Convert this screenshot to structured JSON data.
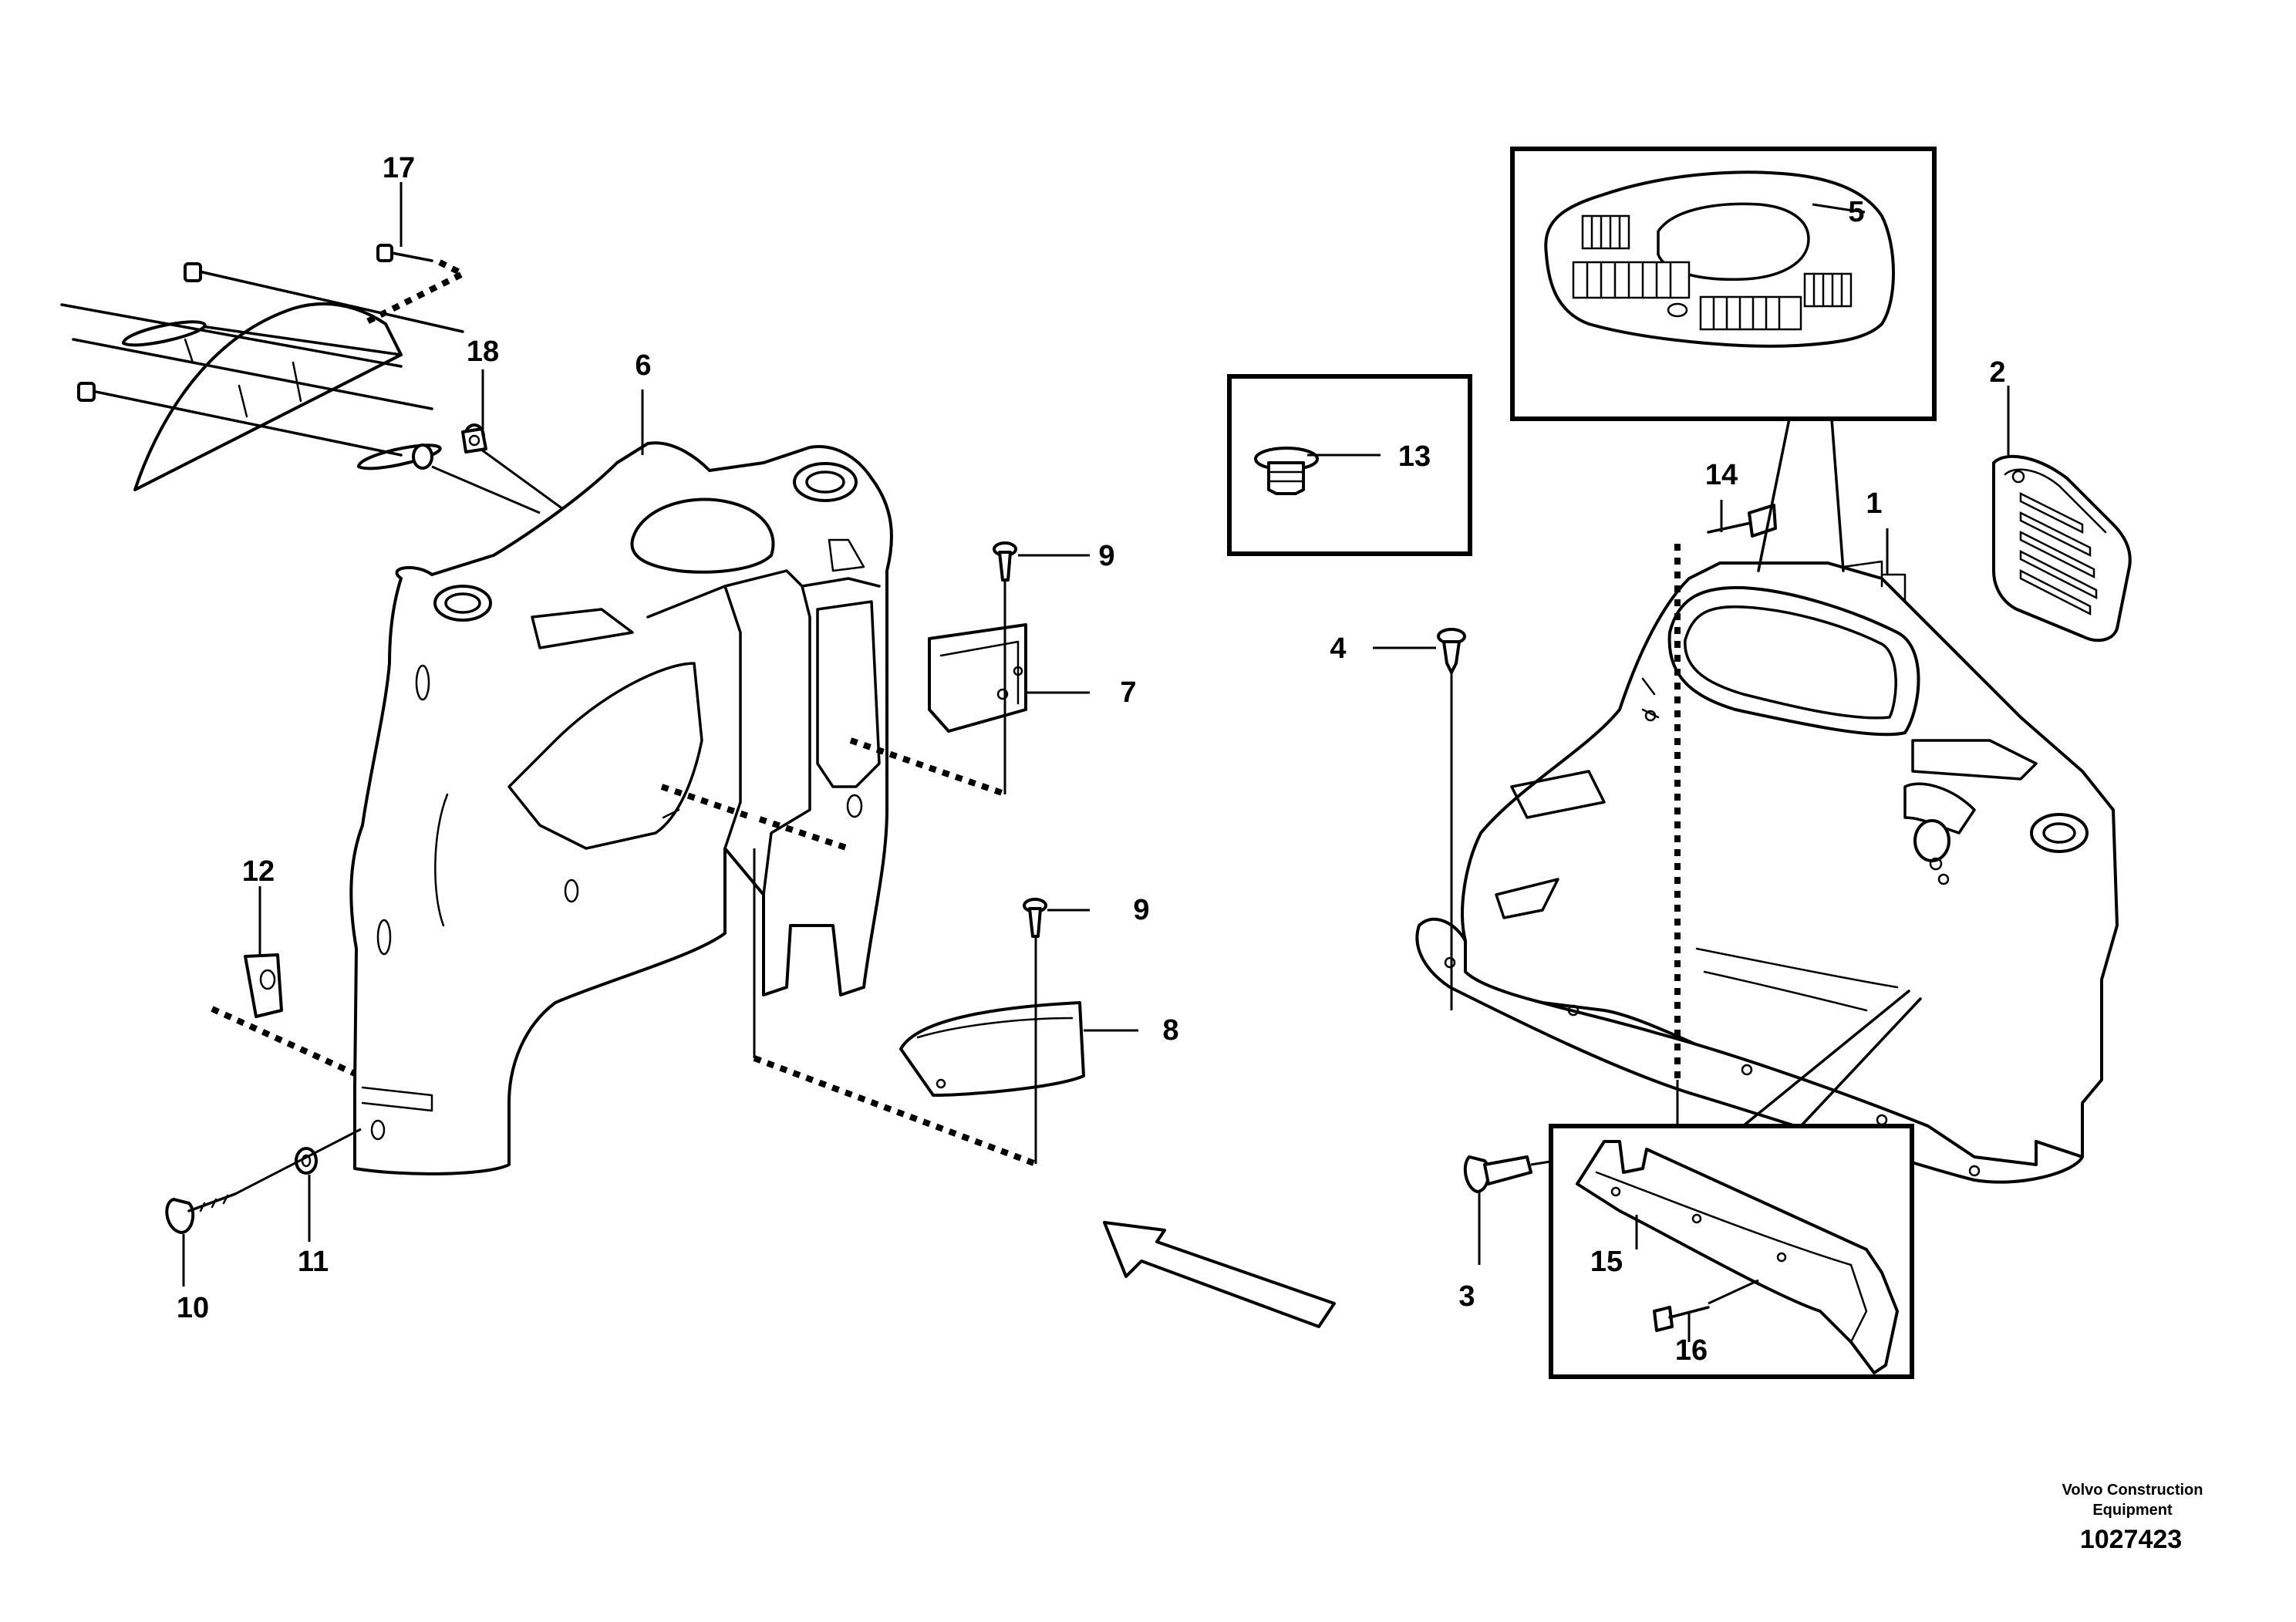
{
  "callouts": {
    "p1": "1",
    "p2": "2",
    "p3": "3",
    "p4": "4",
    "p5": "5",
    "p6": "6",
    "p7": "7",
    "p8": "8",
    "p9a": "9",
    "p9b": "9",
    "p10": "10",
    "p11": "11",
    "p12": "12",
    "p13": "13",
    "p14": "14",
    "p15": "15",
    "p16": "16",
    "p17": "17",
    "p18": "18"
  },
  "footer": {
    "company_line1": "Volvo Construction",
    "company_line2": "Equipment",
    "drawing_number": "1027423"
  },
  "colors": {
    "line": "#000000",
    "background": "#ffffff"
  }
}
